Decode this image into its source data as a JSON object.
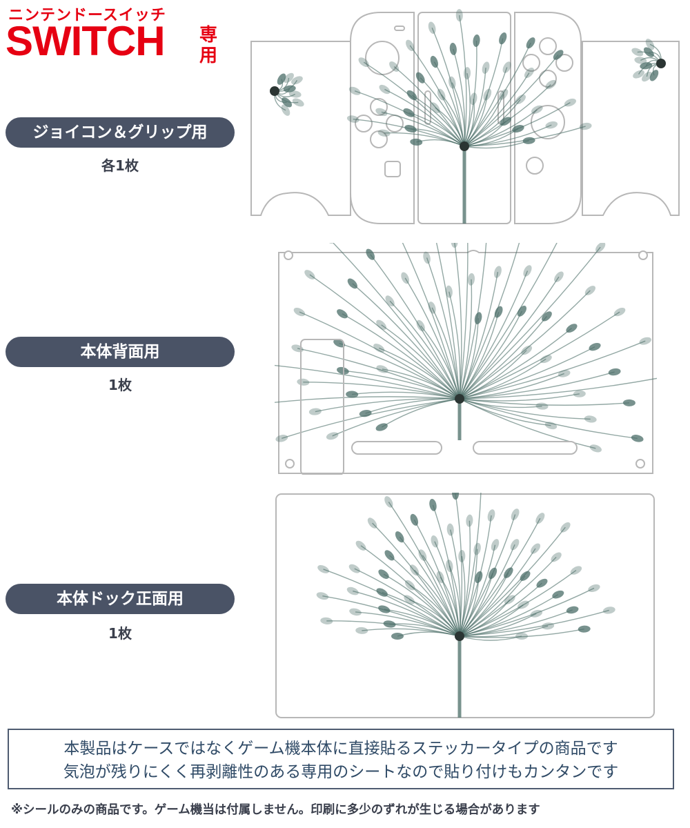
{
  "brand": {
    "top": "ニンテンドースイッチ",
    "main": "SWITCH",
    "suffix": "専用",
    "color": "#e60012"
  },
  "sections": [
    {
      "label": "ジョイコン＆グリップ用",
      "count": "各1枚"
    },
    {
      "label": "本体背面用",
      "count": "1枚"
    },
    {
      "label": "本体ドック正面用",
      "count": "1枚"
    }
  ],
  "notice": {
    "line1": "本製品はケースではなくゲーム機本体に直接貼るステッカータイプの商品です",
    "line2": "気泡が残りにくく再剥離性のある専用のシートなので貼り付けもカンタンです",
    "border_color": "#4e5b70"
  },
  "footnote": "※シールのみの商品です。ゲーム機当は付属しません。印刷に多少のずれが生じる場合があります",
  "colors": {
    "label_bg": "#4a5366",
    "panel_outline": "#b7b7b7",
    "flower": "#4b6e68"
  },
  "icons": {
    "sticker_art": "flower-xray-illustration"
  }
}
